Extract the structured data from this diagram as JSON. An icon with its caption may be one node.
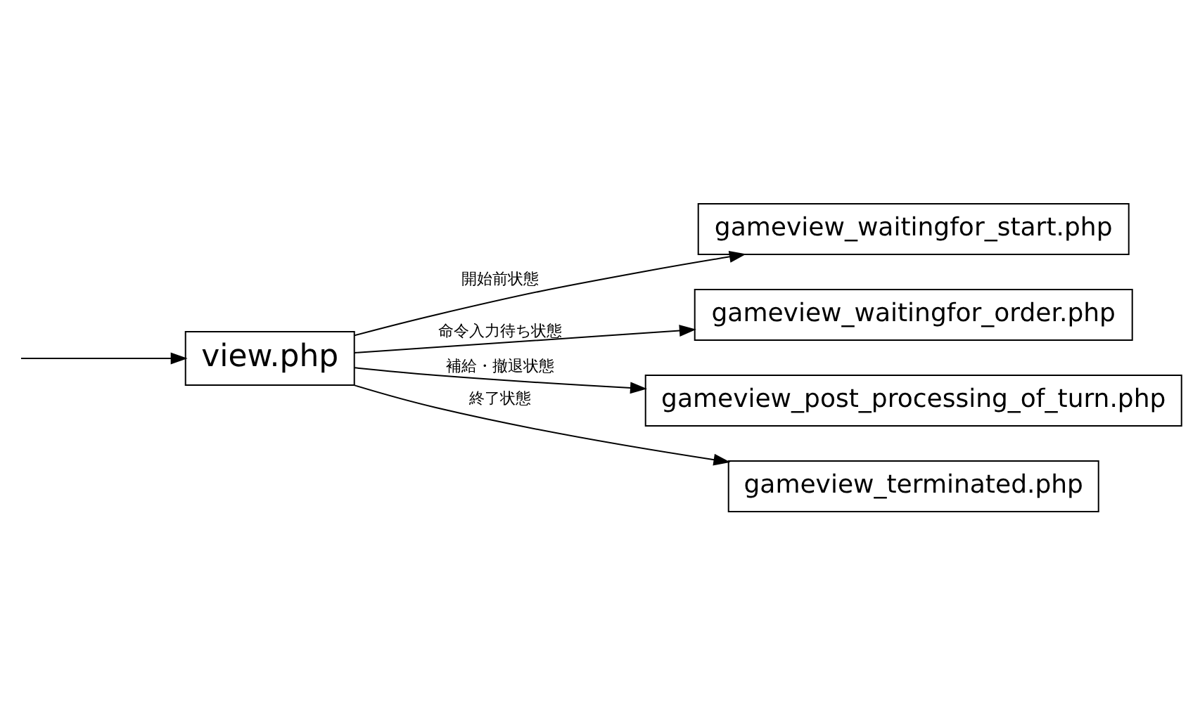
{
  "diagram": {
    "nodes": [
      {
        "text": [
          "view.php"
        ]
      },
      {
        "text": [
          "gameview_waitingfor_start.php"
        ]
      },
      {
        "text": [
          "gameview_waitingfor_order.php"
        ]
      },
      {
        "text": [
          "gameview_post_processing_of_turn.php"
        ]
      },
      {
        "text": [
          "gameview_terminated.php"
        ]
      }
    ],
    "edges": [
      {
        "from": null,
        "to": 0,
        "arrow": "to"
      },
      {
        "from": 0,
        "to": 1,
        "arrow": "to",
        "label": "開始前状態"
      },
      {
        "from": 0,
        "to": 2,
        "arrow": "to",
        "label": "命令入力待ち状態"
      },
      {
        "from": 0,
        "to": 3,
        "arrow": "to",
        "label": "補給・撤退状態"
      },
      {
        "from": 0,
        "to": 4,
        "arrow": "to",
        "label": "終了状態"
      }
    ]
  }
}
